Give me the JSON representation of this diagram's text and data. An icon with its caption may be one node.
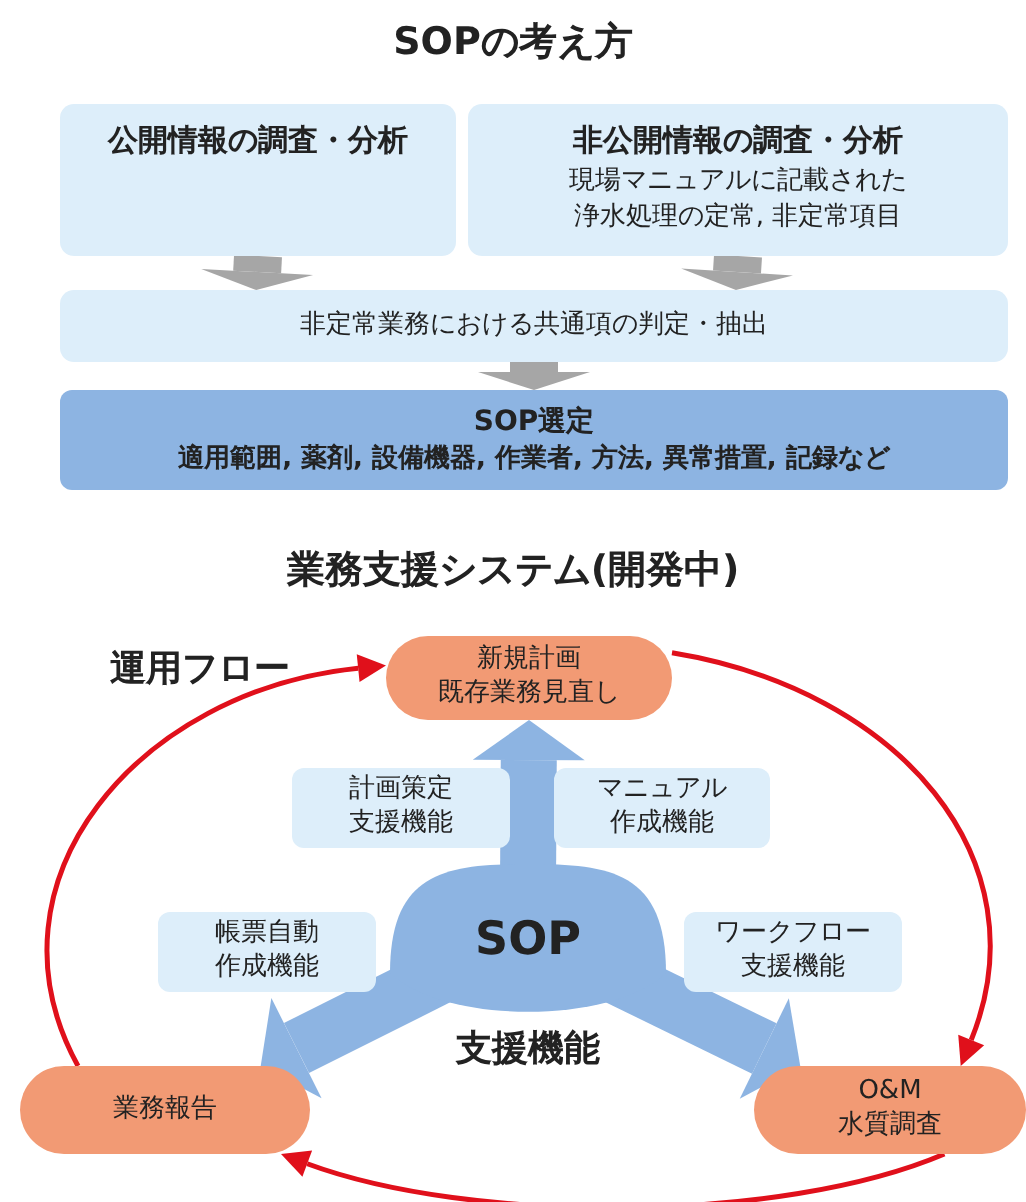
{
  "diagram": {
    "title": "SOPの考え方",
    "nodes": [
      {
        "text": [
          "公開情報の調査・分析"
        ]
      },
      {
        "text": [
          "非公開情報の調査・分析",
          "現場マニュアルに記載された浄水処理の定常, 非定常項目"
        ]
      },
      {
        "text": [
          "非定常業務における共通項の判定・抽出"
        ]
      },
      {
        "text": [
          "SOP選定",
          "適用範囲, 薬剤, 設備機器, 作業者, 方法, 異常措置, 記録など"
        ]
      },
      {
        "text": [
          "新規計画既存業務見直し"
        ]
      },
      {
        "text": [
          "SOP"
        ]
      },
      {
        "text": [
          "業務報告"
        ]
      },
      {
        "text": [
          "O&M水質調査"
        ]
      },
      {
        "text": [
          "計画策定支援機能"
        ]
      },
      {
        "text": [
          "マニュアル作成機能"
        ]
      },
      {
        "text": [
          "帳票自動作成機能"
        ]
      },
      {
        "text": [
          "ワークフロー支援機能"
        ]
      }
    ],
    "edges": [
      {
        "from": 0,
        "to": 2,
        "arrow": "to",
        "color": "#a6a6a6"
      },
      {
        "from": 1,
        "to": 2,
        "arrow": "to",
        "color": "#a6a6a6"
      },
      {
        "from": 2,
        "to": 3,
        "arrow": "to",
        "color": "#a6a6a6"
      },
      {
        "from": 5,
        "to": 4,
        "arrow": "to",
        "color": "#8db4e2"
      },
      {
        "from": 5,
        "to": 6,
        "arrow": "to",
        "color": "#8db4e2"
      },
      {
        "from": 5,
        "to": 7,
        "arrow": "to",
        "color": "#8db4e2"
      },
      {
        "from": 4,
        "to": 7,
        "arrow": "to",
        "color": "#e0101b"
      },
      {
        "from": 7,
        "to": 6,
        "arrow": "to",
        "color": "#e0101b"
      },
      {
        "from": 6,
        "to": 4,
        "arrow": "to",
        "color": "#e0101b"
      }
    ],
    "labels": [
      "業務支援システム(開発中)",
      "運用フロー",
      "支援機能"
    ]
  }
}
